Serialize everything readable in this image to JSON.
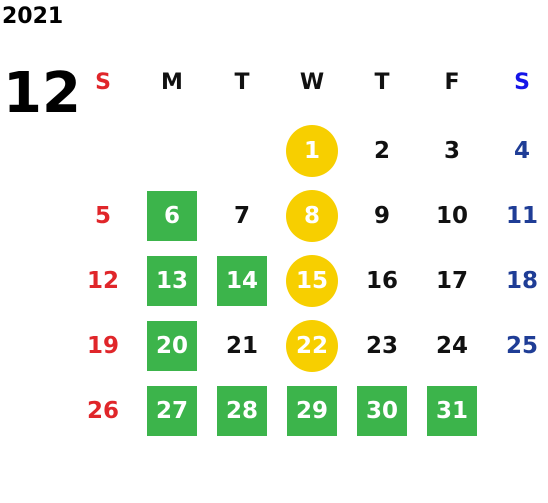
{
  "calendar": {
    "year": "2021",
    "month": "12",
    "weekdays": [
      "S",
      "M",
      "T",
      "W",
      "T",
      "F",
      "S"
    ],
    "weeks": [
      [
        {
          "day": "",
          "style": "none"
        },
        {
          "day": "",
          "style": "none"
        },
        {
          "day": "",
          "style": "none"
        },
        {
          "day": "1",
          "style": "yellow"
        },
        {
          "day": "2",
          "style": "none"
        },
        {
          "day": "3",
          "style": "none"
        },
        {
          "day": "4",
          "style": "none"
        }
      ],
      [
        {
          "day": "5",
          "style": "none"
        },
        {
          "day": "6",
          "style": "green"
        },
        {
          "day": "7",
          "style": "none"
        },
        {
          "day": "8",
          "style": "yellow"
        },
        {
          "day": "9",
          "style": "none"
        },
        {
          "day": "10",
          "style": "none"
        },
        {
          "day": "11",
          "style": "none"
        }
      ],
      [
        {
          "day": "12",
          "style": "none"
        },
        {
          "day": "13",
          "style": "green"
        },
        {
          "day": "14",
          "style": "green"
        },
        {
          "day": "15",
          "style": "yellow"
        },
        {
          "day": "16",
          "style": "none"
        },
        {
          "day": "17",
          "style": "none"
        },
        {
          "day": "18",
          "style": "none"
        }
      ],
      [
        {
          "day": "19",
          "style": "none"
        },
        {
          "day": "20",
          "style": "green"
        },
        {
          "day": "21",
          "style": "none"
        },
        {
          "day": "22",
          "style": "yellow"
        },
        {
          "day": "23",
          "style": "none"
        },
        {
          "day": "24",
          "style": "none"
        },
        {
          "day": "25",
          "style": "none"
        }
      ],
      [
        {
          "day": "26",
          "style": "none"
        },
        {
          "day": "27",
          "style": "green"
        },
        {
          "day": "28",
          "style": "green"
        },
        {
          "day": "29",
          "style": "green"
        },
        {
          "day": "30",
          "style": "green"
        },
        {
          "day": "31",
          "style": "green"
        },
        {
          "day": "",
          "style": "none"
        }
      ]
    ]
  },
  "colors": {
    "sunday": "#e0262a",
    "saturday_header": "#1515e8",
    "saturday": "#1f3d96",
    "highlight_green": "#3cb44b",
    "highlight_yellow": "#f7cf00"
  }
}
